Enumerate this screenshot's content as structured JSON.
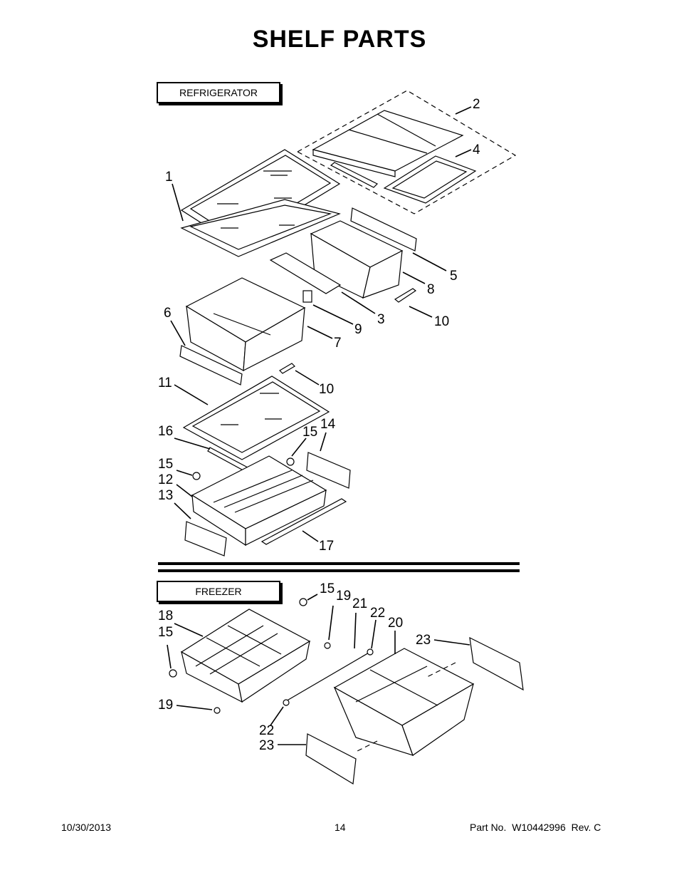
{
  "page": {
    "title": "SHELF  PARTS",
    "sections": {
      "refrigerator": "REFRIGERATOR",
      "freezer": "FREEZER"
    },
    "footer": {
      "date": "10/30/2013",
      "page_number": "14",
      "part_label": "Part No.",
      "part_number": "W10442996",
      "revision": "Rev.  C"
    }
  },
  "callouts": {
    "c1": "1",
    "c2": "2",
    "c3": "3",
    "c4": "4",
    "c5": "5",
    "c6": "6",
    "c7": "7",
    "c8": "8",
    "c9": "9",
    "c10a": "10",
    "c10b": "10",
    "c11": "11",
    "c12": "12",
    "c13": "13",
    "c14": "14",
    "c15a": "15",
    "c15b": "15",
    "c16": "16",
    "c17": "17",
    "c15c": "15",
    "c19a": "19",
    "c21": "21",
    "c22a": "22",
    "c20": "20",
    "c18": "18",
    "c15d": "15",
    "c23a": "23",
    "c19b": "19",
    "c22b": "22",
    "c23b": "23"
  }
}
